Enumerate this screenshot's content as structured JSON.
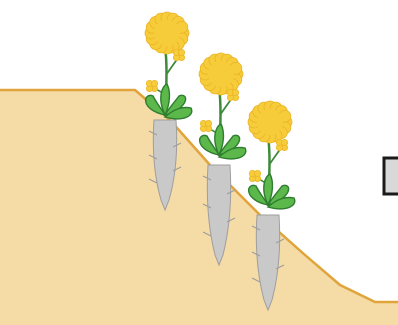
{
  "colors": {
    "background": "#ffffff",
    "ground_fill": "#f5dba6",
    "ground_edge": "#e0a43a",
    "flower_petal": "#f7cc3b",
    "flower_petal_dark": "#e9b425",
    "stem": "#3d8b3a",
    "leaf": "#5cb84a",
    "leaf_dark": "#2f7d31",
    "root": "#c9c9c9",
    "root_dark": "#9e9e9e",
    "box_fill": "#d9d9d9",
    "box_stroke": "#1a1a1a"
  },
  "scene": {
    "plants": [
      {
        "name": "plant-left"
      },
      {
        "name": "plant-middle"
      },
      {
        "name": "plant-right"
      }
    ],
    "partial_box": {
      "name": "cropped-box-right-edge"
    }
  }
}
